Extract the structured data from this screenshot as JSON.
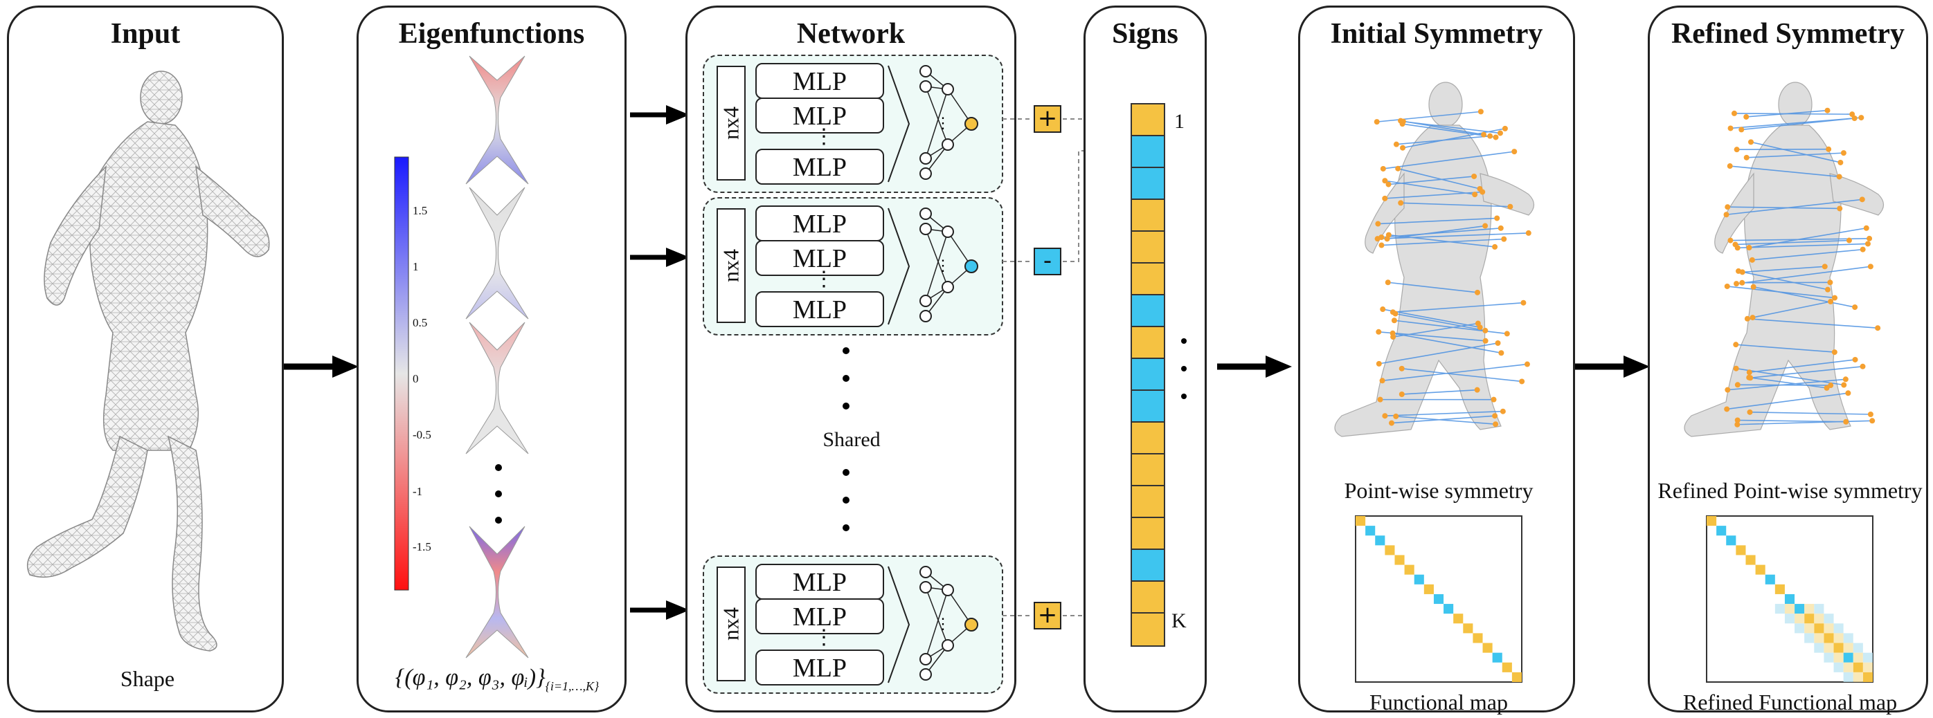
{
  "panels": {
    "input": {
      "title": "Input",
      "caption": "Shape"
    },
    "eigen": {
      "title": "Eigenfunctions",
      "colorbar_ticks": [
        "1.5",
        "1",
        "0.5",
        "0",
        "-0.5",
        "-1",
        "-1.5"
      ],
      "formula_main": "{(φ₁, φ₂, φ₃, φᵢ)}",
      "formula_sub": "{i=1,…,K}"
    },
    "network": {
      "title": "Network",
      "nx4_label": "nx4",
      "mlp_label": "MLP",
      "vdots": "⋮",
      "shared_label": "Shared"
    },
    "signs": {
      "title": "Signs",
      "top_label": "1",
      "bottom_label": "K",
      "cells": [
        "+",
        "-",
        "-",
        "+",
        "+",
        "+",
        "-",
        "+",
        "-",
        "-",
        "+",
        "+",
        "+",
        "+",
        "-",
        "+",
        "+"
      ]
    },
    "initial": {
      "title": "Initial Symmetry",
      "caption_top": "Point-wise symmetry",
      "caption_bottom": "Functional map"
    },
    "refined": {
      "title": "Refined Symmetry",
      "caption_top": "Refined Point-wise symmetry",
      "caption_bottom": "Refined Functional map"
    }
  },
  "sign_symbols": [
    "+",
    "-",
    "+"
  ],
  "colors": {
    "positive": "#f5c242",
    "negative": "#3ec5ef",
    "network_bg": "#eefaf7",
    "correspondence": "#4a90e2",
    "keypoint": "#f5a030"
  }
}
